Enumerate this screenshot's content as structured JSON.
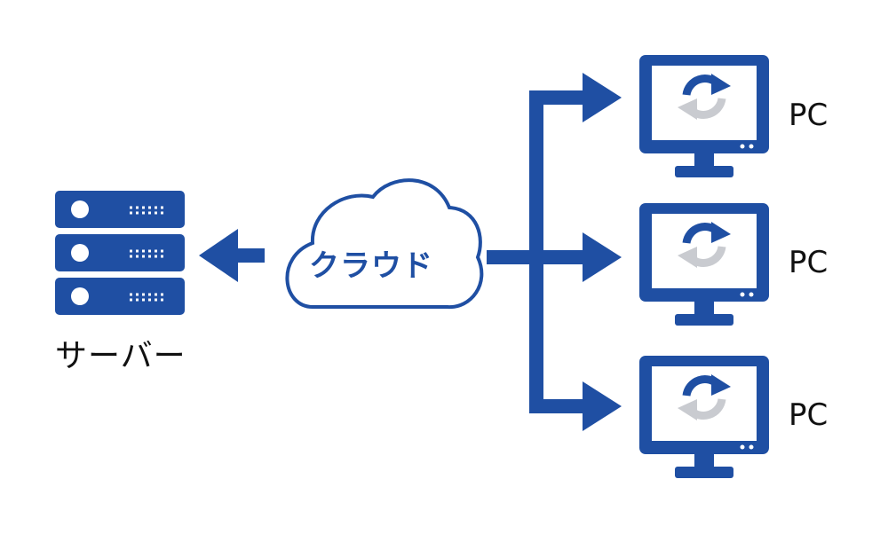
{
  "colors": {
    "primary": "#1f4fa3",
    "sync_secondary": "#c9cbd0",
    "cloud_fill": "#ffffff"
  },
  "server": {
    "label": "サーバー",
    "icon": "server-icon"
  },
  "cloud": {
    "label": "クラウド",
    "icon": "cloud-icon"
  },
  "pcs": [
    {
      "label": "PC",
      "icon": "monitor-sync-icon"
    },
    {
      "label": "PC",
      "icon": "monitor-sync-icon"
    },
    {
      "label": "PC",
      "icon": "monitor-sync-icon"
    }
  ]
}
